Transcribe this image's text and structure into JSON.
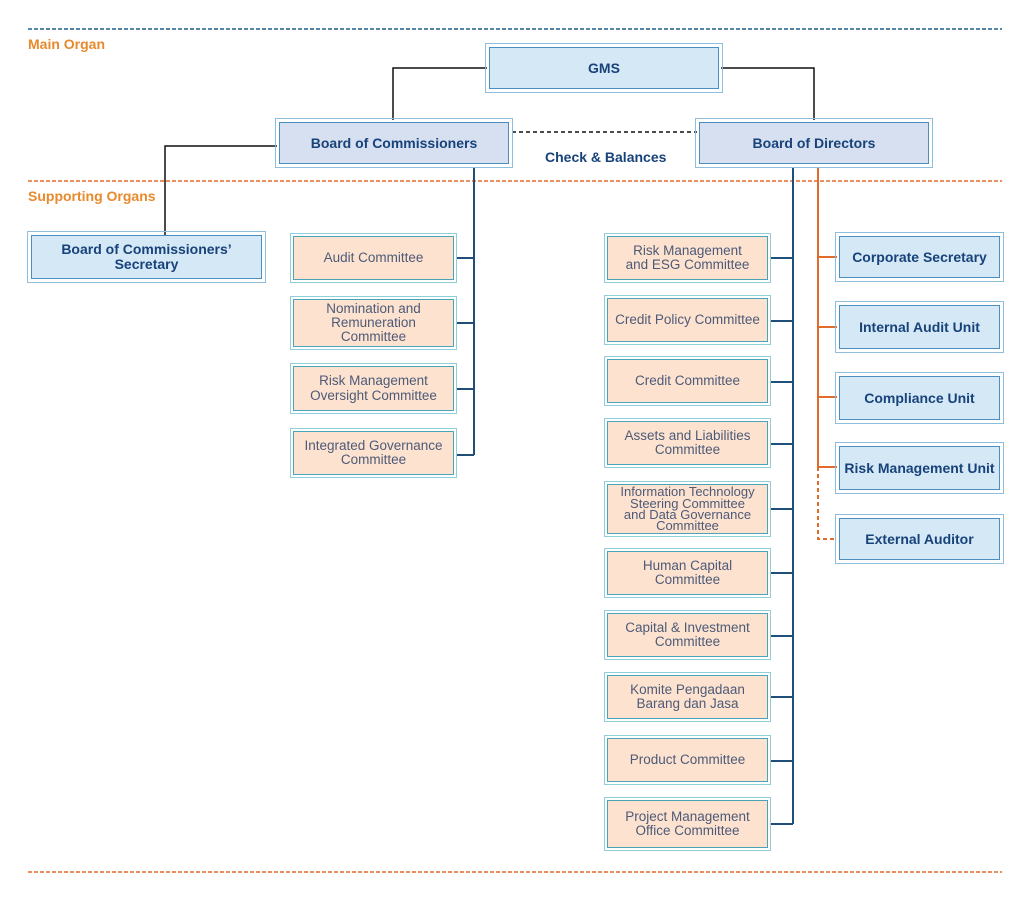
{
  "sections": {
    "main_organ": "Main Organ",
    "supporting_organs": "Supporting Organs"
  },
  "gms": "GMS",
  "boc": "Board of Commissioners",
  "bod": "Board of Directors",
  "check_balances": "Check & Balances",
  "boc_secretary": [
    "Board of Commissioners’",
    "Secretary"
  ],
  "boc_committees": [
    [
      "Audit Committee"
    ],
    [
      "Nomination and",
      "Remuneration",
      "Committee"
    ],
    [
      "Risk Management",
      "Oversight Committee"
    ],
    [
      "Integrated Governance",
      "Committee"
    ]
  ],
  "bod_committees": [
    [
      "Risk Management",
      "and ESG Committee"
    ],
    [
      "Credit Policy Committee"
    ],
    [
      "Credit Committee"
    ],
    [
      "Assets and Liabilities",
      "Committee"
    ],
    [
      "Information Technology",
      "Steering Committee",
      "and Data Governance",
      "Committee"
    ],
    [
      "Human Capital",
      "Committee"
    ],
    [
      "Capital & Investment",
      "Committee"
    ],
    [
      "Komite Pengadaan",
      "Barang dan Jasa"
    ],
    [
      "Product Committee"
    ],
    [
      "Project Management",
      "Office Committee"
    ]
  ],
  "units": [
    "Corporate Secretary",
    "Internal Audit Unit",
    "Compliance Unit",
    "Risk Management Unit"
  ],
  "external_auditor": "External Auditor",
  "colors": {
    "navy_line": "#1f4e79",
    "orange_line": "#e06b2a",
    "section_label": "#e8892c",
    "dashed_rule_top": "#1f5f8b"
  }
}
